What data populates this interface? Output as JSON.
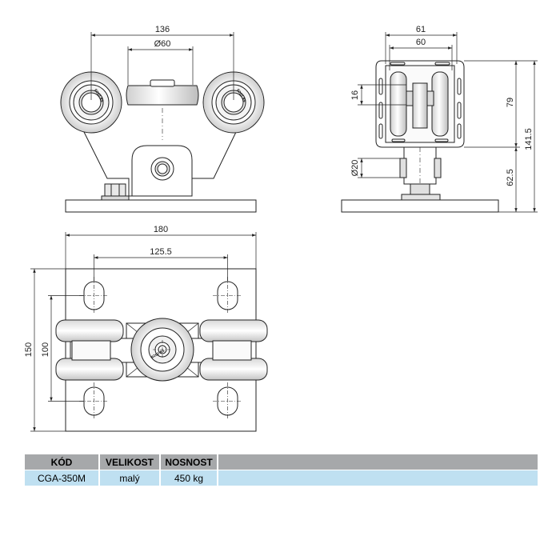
{
  "dimensions": {
    "front_width": "136",
    "front_diameter": "Ø60",
    "side_outer_width": "61",
    "side_inner_width": "60",
    "side_roller_height": "16",
    "side_upper_height": "79",
    "side_total_height": "141.5",
    "side_shaft_diameter": "Ø20",
    "side_lower_height": "62.5",
    "plan_plate_width": "180",
    "plan_hole_spacing": "125.5",
    "plan_plate_depth": "150",
    "plan_hole_depth": "100"
  },
  "wheel_stamp": "6202 RS",
  "table": {
    "headers": [
      "KÓD",
      "VELIKOST",
      "NOSNOST",
      ""
    ],
    "rows": [
      [
        "CGA-350M",
        "malý",
        "450 kg",
        ""
      ]
    ]
  },
  "colors": {
    "line": "#222222",
    "header_bg": "#a6a8aa",
    "row_bg": "#bfe0f1"
  }
}
